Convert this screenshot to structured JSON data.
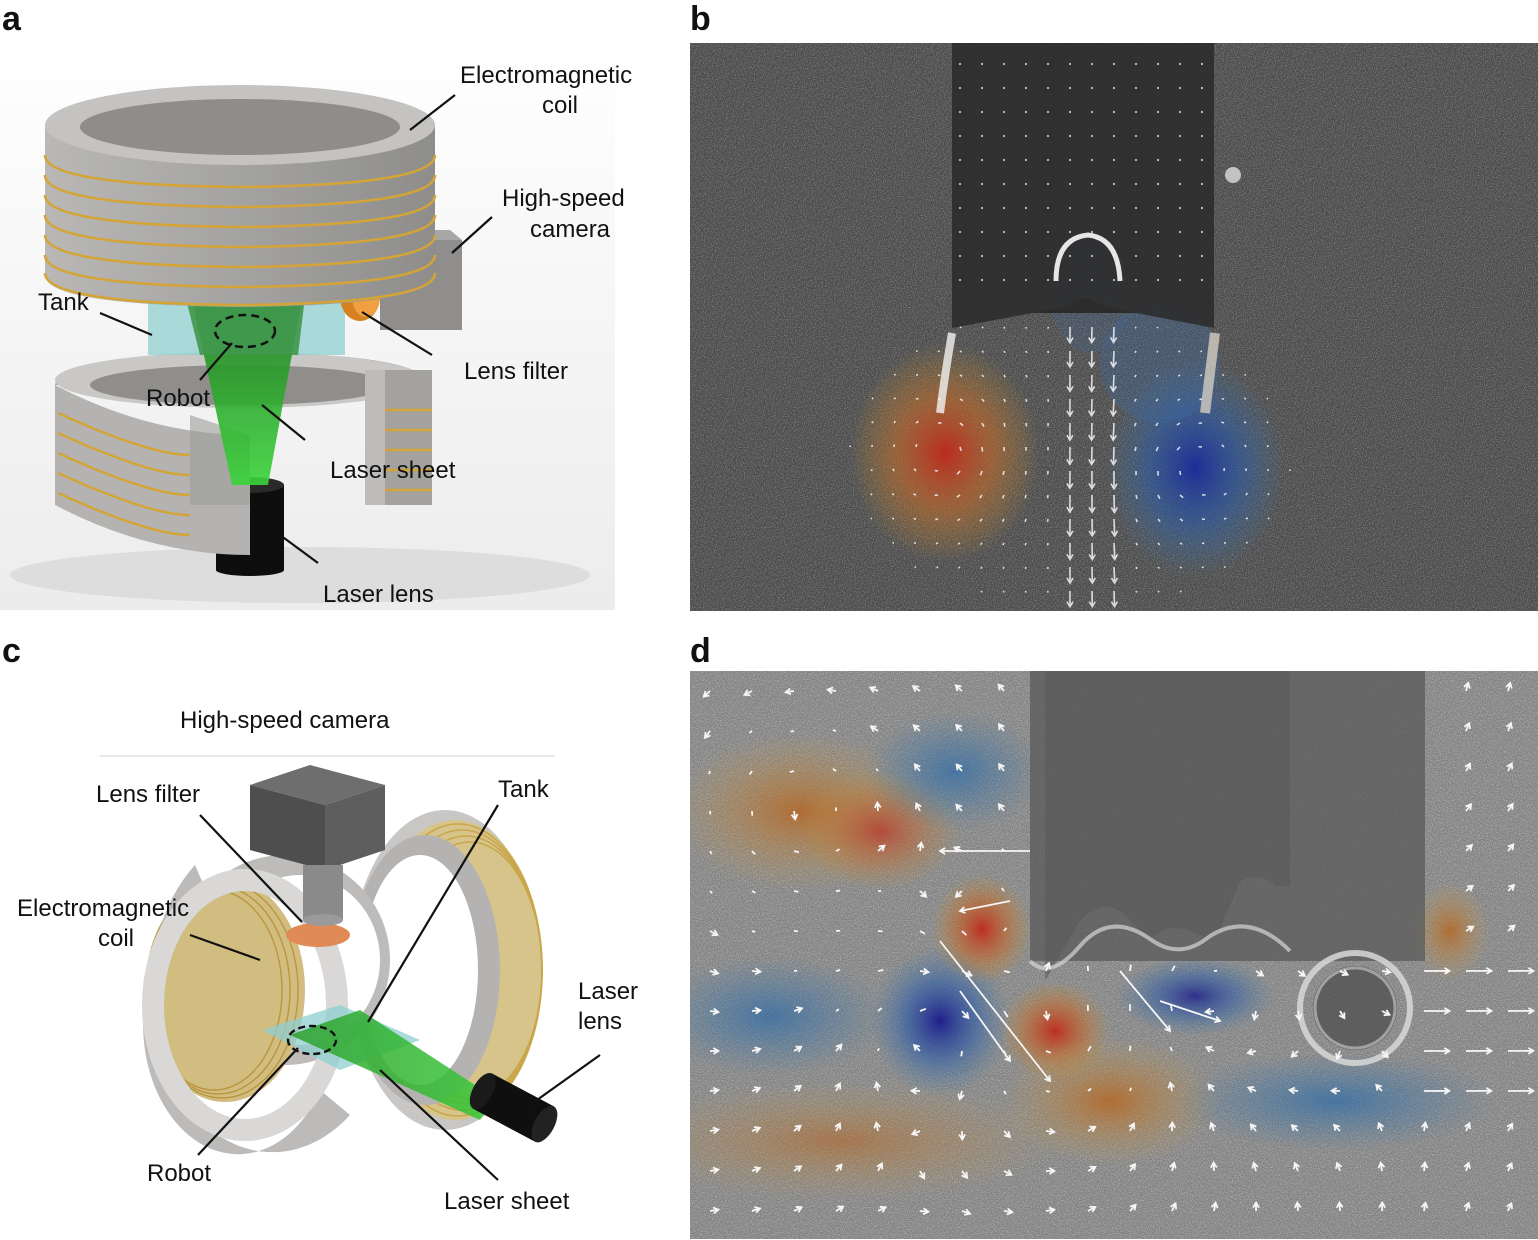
{
  "panels": {
    "a": {
      "letter": "a",
      "labels": {
        "coil_line1": "Electromagnetic",
        "coil_line2": "coil",
        "camera_line1": "High-speed",
        "camera_line2": "camera",
        "tank": "Tank",
        "lens_filter": "Lens filter",
        "robot": "Robot",
        "laser_sheet": "Laser sheet",
        "laser_lens": "Laser lens"
      }
    },
    "b": {
      "letter": "b"
    },
    "c": {
      "letter": "c",
      "labels": {
        "camera": "High-speed camera",
        "lens_filter": "Lens filter",
        "tank": "Tank",
        "coil_line1": "Electromagnetic",
        "coil_line2": "coil",
        "laser_line1": "Laser",
        "laser_line2": "lens",
        "robot": "Robot",
        "laser_sheet": "Laser sheet"
      }
    },
    "d": {
      "letter": "d"
    }
  },
  "colors": {
    "coil_grey": "#a9a8a6",
    "coil_wire": "#d4a437",
    "tank": "#8fcfcf",
    "laser": "#22bb22",
    "lens_filter": "#e07a30",
    "piv_positive": "#c0281c",
    "piv_negative": "#2a3cb0"
  }
}
